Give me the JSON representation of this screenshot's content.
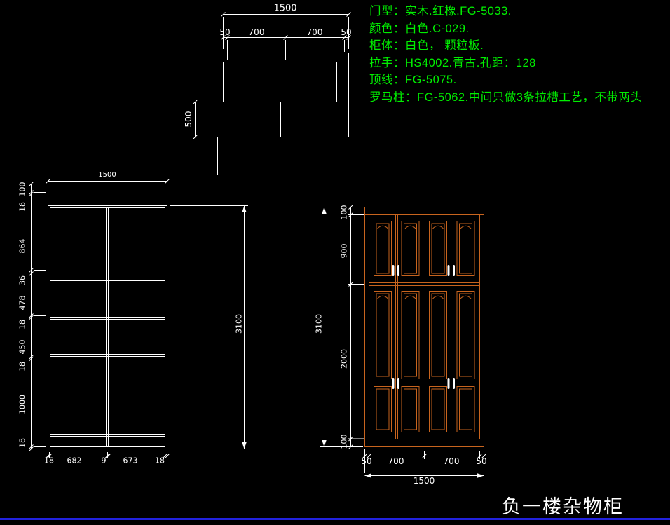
{
  "drawing": {
    "title": "负一楼杂物柜"
  },
  "notes": {
    "lines": [
      "门型：实木.红橡.FG-5033.",
      "颜色：白色.C-029.",
      "柜体：白色， 颗粒板.",
      "拉手：HS4002.青古.孔距：128",
      "顶线：FG-5075.",
      "罗马柱：FG-5062.中间只做3条拉槽工艺，不带两头"
    ]
  },
  "plan_view": {
    "total_width": "1500",
    "segments": [
      "50",
      "700",
      "700",
      "50"
    ],
    "depth": "500"
  },
  "left_elevation": {
    "width_top": "1500",
    "height_total": "3100",
    "left_dims": [
      "100",
      "18",
      "864",
      "36",
      "478",
      "18",
      "450",
      "18",
      "1000",
      "18"
    ],
    "bottom_dims": [
      "18",
      "682",
      "9",
      "673",
      "18"
    ]
  },
  "right_elevation": {
    "height_total": "3100",
    "left_dims": [
      "100",
      "900",
      "2000",
      "100"
    ],
    "bottom_dims": [
      "50",
      "700",
      "700",
      "50"
    ],
    "width_total": "1500"
  },
  "colors": {
    "background": "#000000",
    "linework": "#ffffff",
    "door_lines": "#c8641e",
    "notes_text": "#00ee00",
    "title_text": "#ffffff",
    "bottom_bar": "#2222dd"
  }
}
